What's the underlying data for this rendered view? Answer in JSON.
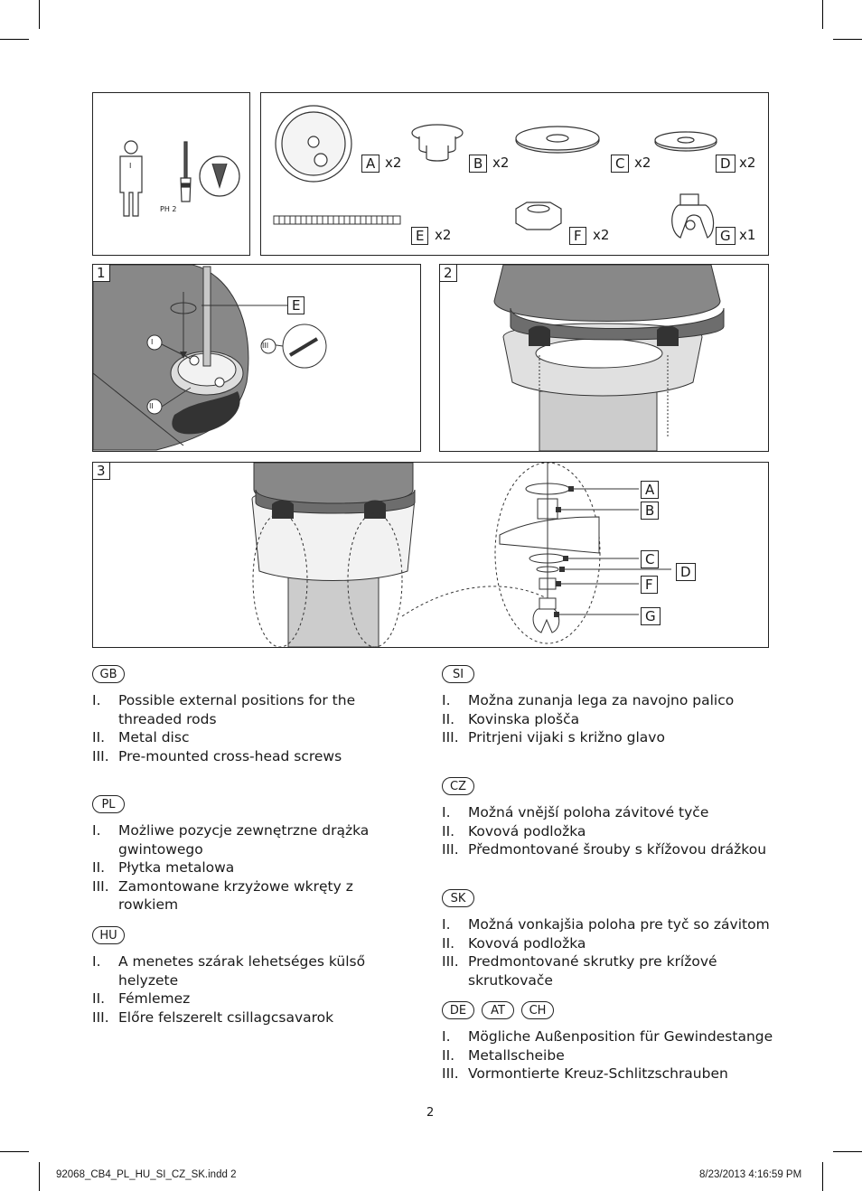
{
  "tools_panel": {
    "screwdriver_label": "PH 2",
    "person_label": "I"
  },
  "parts": [
    {
      "letter": "A",
      "qty": "x2"
    },
    {
      "letter": "B",
      "qty": "x2"
    },
    {
      "letter": "C",
      "qty": "x2"
    },
    {
      "letter": "D",
      "qty": "x2"
    },
    {
      "letter": "E",
      "qty": "x2"
    },
    {
      "letter": "F",
      "qty": "x2"
    },
    {
      "letter": "G",
      "qty": "x1"
    }
  ],
  "steps": {
    "step1": {
      "number": "1",
      "callout": "E",
      "markers": [
        "I",
        "II",
        "III"
      ]
    },
    "step2": {
      "number": "2"
    },
    "step3": {
      "number": "3",
      "callouts": [
        "A",
        "B",
        "C",
        "D",
        "F",
        "G"
      ]
    }
  },
  "left_column": [
    {
      "langs": [
        "GB"
      ],
      "items": [
        {
          "num": "I.",
          "text": "Possible external positions for the threaded rods"
        },
        {
          "num": "II.",
          "text": "Metal disc"
        },
        {
          "num": "III.",
          "text": "Pre-mounted cross-head screws"
        }
      ]
    },
    {
      "langs": [
        "PL"
      ],
      "items": [
        {
          "num": "I.",
          "text": "Możliwe pozycje zewnętrzne drążka gwintowego"
        },
        {
          "num": "II.",
          "text": "Płytka metalowa"
        },
        {
          "num": "III.",
          "text": "Zamontowane krzyżowe wkręty z rowkiem"
        }
      ]
    },
    {
      "langs": [
        "HU"
      ],
      "items": [
        {
          "num": "I.",
          "text": "A menetes szárak lehetséges külső helyzete"
        },
        {
          "num": "II.",
          "text": "Fémlemez"
        },
        {
          "num": "III.",
          "text": "Előre felszerelt csillagcsavarok"
        }
      ]
    }
  ],
  "right_column": [
    {
      "langs": [
        "SI"
      ],
      "items": [
        {
          "num": "I.",
          "text": "Možna zunanja lega za navojno palico"
        },
        {
          "num": "II.",
          "text": "Kovinska plošča"
        },
        {
          "num": "III.",
          "text": "Pritrjeni vijaki s križno glavo"
        }
      ]
    },
    {
      "langs": [
        "CZ"
      ],
      "items": [
        {
          "num": "I.",
          "text": "Možná vnější poloha závitové tyče"
        },
        {
          "num": "II.",
          "text": "Kovová podložka"
        },
        {
          "num": "III.",
          "text": "Předmontované šrouby s křížovou drážkou"
        }
      ]
    },
    {
      "langs": [
        "SK"
      ],
      "items": [
        {
          "num": "I.",
          "text": "Možná vonkajšia poloha pre tyč so závitom"
        },
        {
          "num": "II.",
          "text": "Kovová podložka"
        },
        {
          "num": "III.",
          "text": "Predmontované skrutky pre krížové skrutkovače"
        }
      ]
    },
    {
      "langs": [
        "DE",
        "AT",
        "CH"
      ],
      "items": [
        {
          "num": "I.",
          "text": "Mögliche Außenposition für Gewindestange"
        },
        {
          "num": "II.",
          "text": "Metallscheibe"
        },
        {
          "num": "III.",
          "text": "Vormontierte Kreuz-Schlitzschrauben"
        }
      ]
    }
  ],
  "page_number": "2",
  "footer": {
    "file": "92068_CB4_PL_HU_SI_CZ_SK.indd   2",
    "timestamp": "8/23/2013   4:16:59 PM"
  }
}
